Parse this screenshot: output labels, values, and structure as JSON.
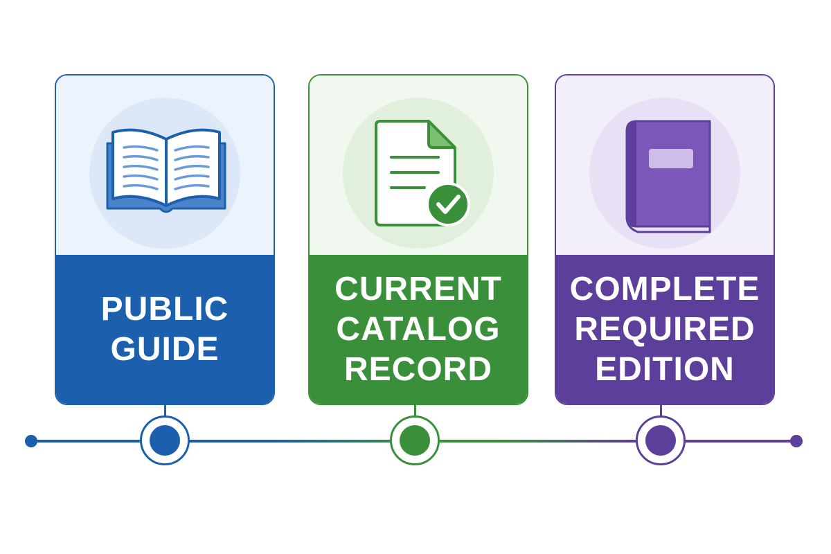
{
  "colors": {
    "blue": "#1c5fad",
    "green": "#3a8f3a",
    "purple": "#5c3f9a"
  },
  "cards": [
    {
      "label": "PUBLIC\nGUIDE",
      "icon": "open-book-icon",
      "color": "#1c5fad",
      "top_bg": "#edf3fc",
      "halo_bg": "#dce8f8"
    },
    {
      "label": "CURRENT\nCATALOG\nRECORD",
      "icon": "document-check-icon",
      "color": "#3a8f3a",
      "top_bg": "#f1f8ef",
      "halo_bg": "#e1f0dd"
    },
    {
      "label": "COMPLETE\nREQUIRED\nEDITION",
      "icon": "closed-book-icon",
      "color": "#5c3f9a",
      "top_bg": "#f3effa",
      "halo_bg": "#e8e0f4"
    }
  ]
}
